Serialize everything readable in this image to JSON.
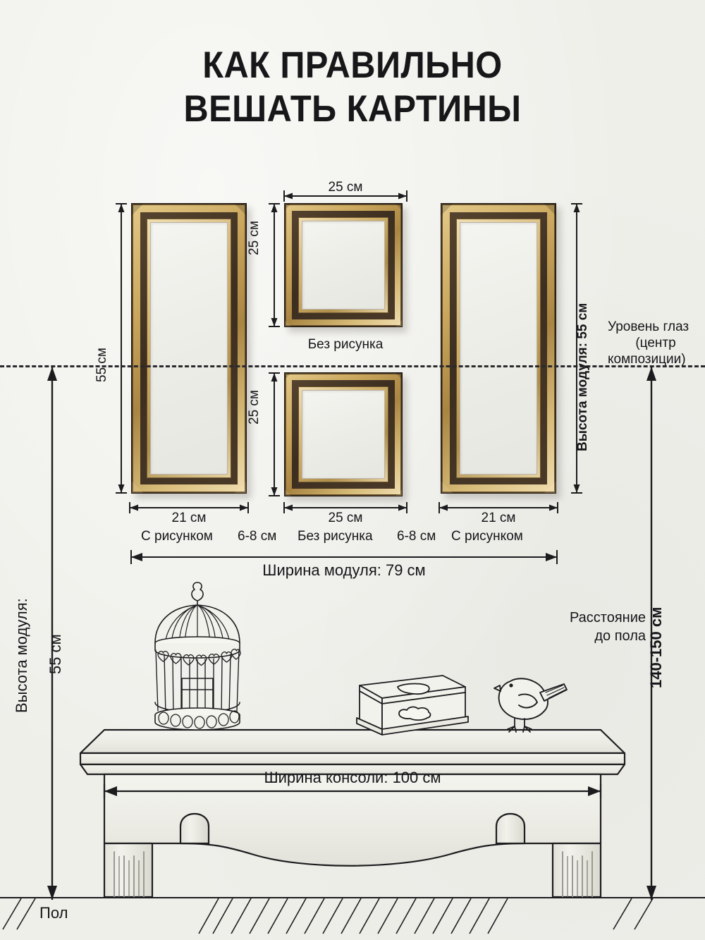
{
  "title": {
    "line1": "КАК ПРАВИЛЬНО",
    "line2": "ВЕШАТЬ КАРТИНЫ"
  },
  "frames": {
    "left": {
      "label_width": "21 см",
      "label_kind": "С рисунком",
      "label_height": "55 см"
    },
    "top_middle": {
      "label_width": "25 см",
      "label_kind": "Без рисунка",
      "label_height": "25 см"
    },
    "bottom_middle": {
      "label_width": "25 см",
      "label_kind": "Без рисунка",
      "label_height": "25 см"
    },
    "right": {
      "label_width": "21 см",
      "label_kind": "С рисунком",
      "label_height": "55 см"
    }
  },
  "gaps": {
    "left_gap": "6-8 см",
    "right_gap": "6-8 см"
  },
  "module": {
    "width_label": "Ширина модуля: 79 см",
    "height_left_caption": "Высота модуля:",
    "height_left_value": "55 см",
    "height_right_label": "Высота модуля: 55 см"
  },
  "eye_level": {
    "line1": "Уровень глаз",
    "line2": "(центр",
    "line3": "композиции)"
  },
  "floor_distance": {
    "caption_line1": "Расстояние",
    "caption_line2": "до пола",
    "value": "140-150 см"
  },
  "console": {
    "width_label": "Ширина консоли: 100 см"
  },
  "floor": {
    "label": "Пол"
  },
  "colors": {
    "background": "#efefea",
    "ink": "#16161a",
    "frame_dark": "#3a2d20",
    "frame_gold": "#c9a65c",
    "canvas": "#f1f1ec",
    "furniture": "#eeeee8"
  }
}
